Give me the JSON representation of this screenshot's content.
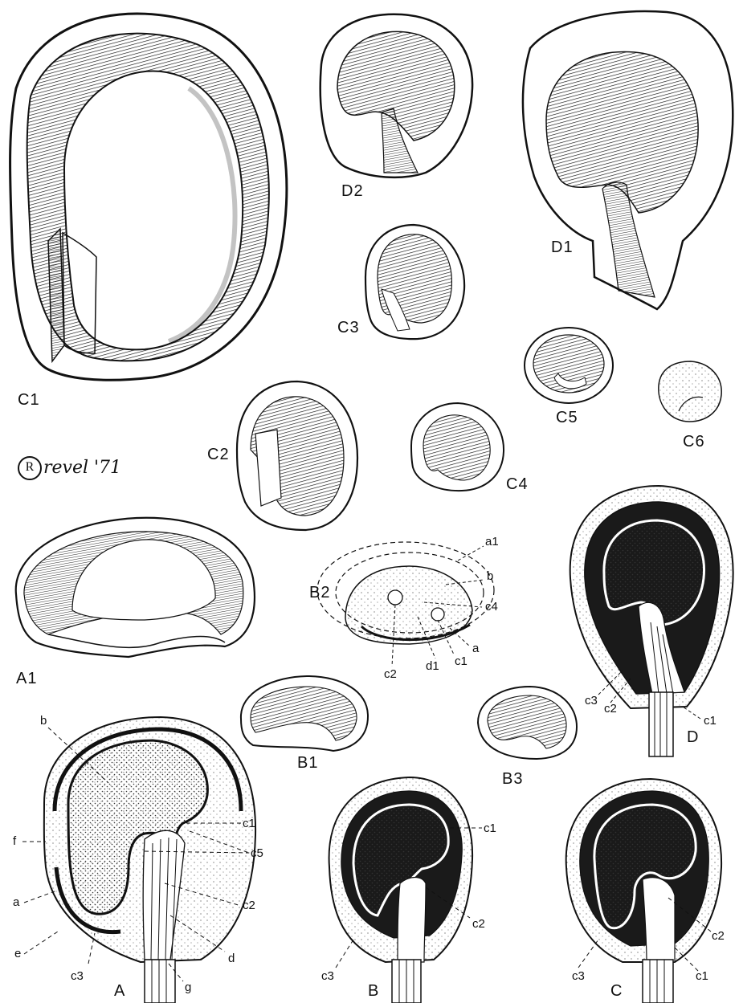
{
  "colors": {
    "ink": "#111111",
    "paper": "#ffffff",
    "dark_fill": "#1a1a1a"
  },
  "figure_labels": {
    "C1": "C1",
    "D2": "D2",
    "D1": "D1",
    "C3": "C3",
    "C2": "C2",
    "C4": "C4",
    "C5": "C5",
    "C6": "C6",
    "A1": "A1",
    "B2": "B2",
    "B1": "B1",
    "B3": "B3",
    "A": "A",
    "B": "B",
    "C": "C",
    "D": "D"
  },
  "signature": {
    "monogram": "R",
    "text": "revel '71"
  },
  "B2_callouts": {
    "a1": "a1",
    "b": "b",
    "c4": "c4",
    "a": "a",
    "c2": "c2",
    "d1": "d1",
    "c1": "c1"
  },
  "D_callouts": {
    "c3": "c3",
    "c2": "c2",
    "c1": "c1"
  },
  "A_callouts": {
    "b": "b",
    "f": "f",
    "a": "a",
    "e": "e",
    "c3": "c3",
    "g": "g",
    "d": "d",
    "c2": "c2",
    "c5": "c5",
    "c1": "c1"
  },
  "B_callouts": {
    "c1": "c1",
    "c2": "c2",
    "c3": "c3"
  },
  "C_callouts": {
    "c3": "c3",
    "c2": "c2",
    "c1": "c1"
  }
}
